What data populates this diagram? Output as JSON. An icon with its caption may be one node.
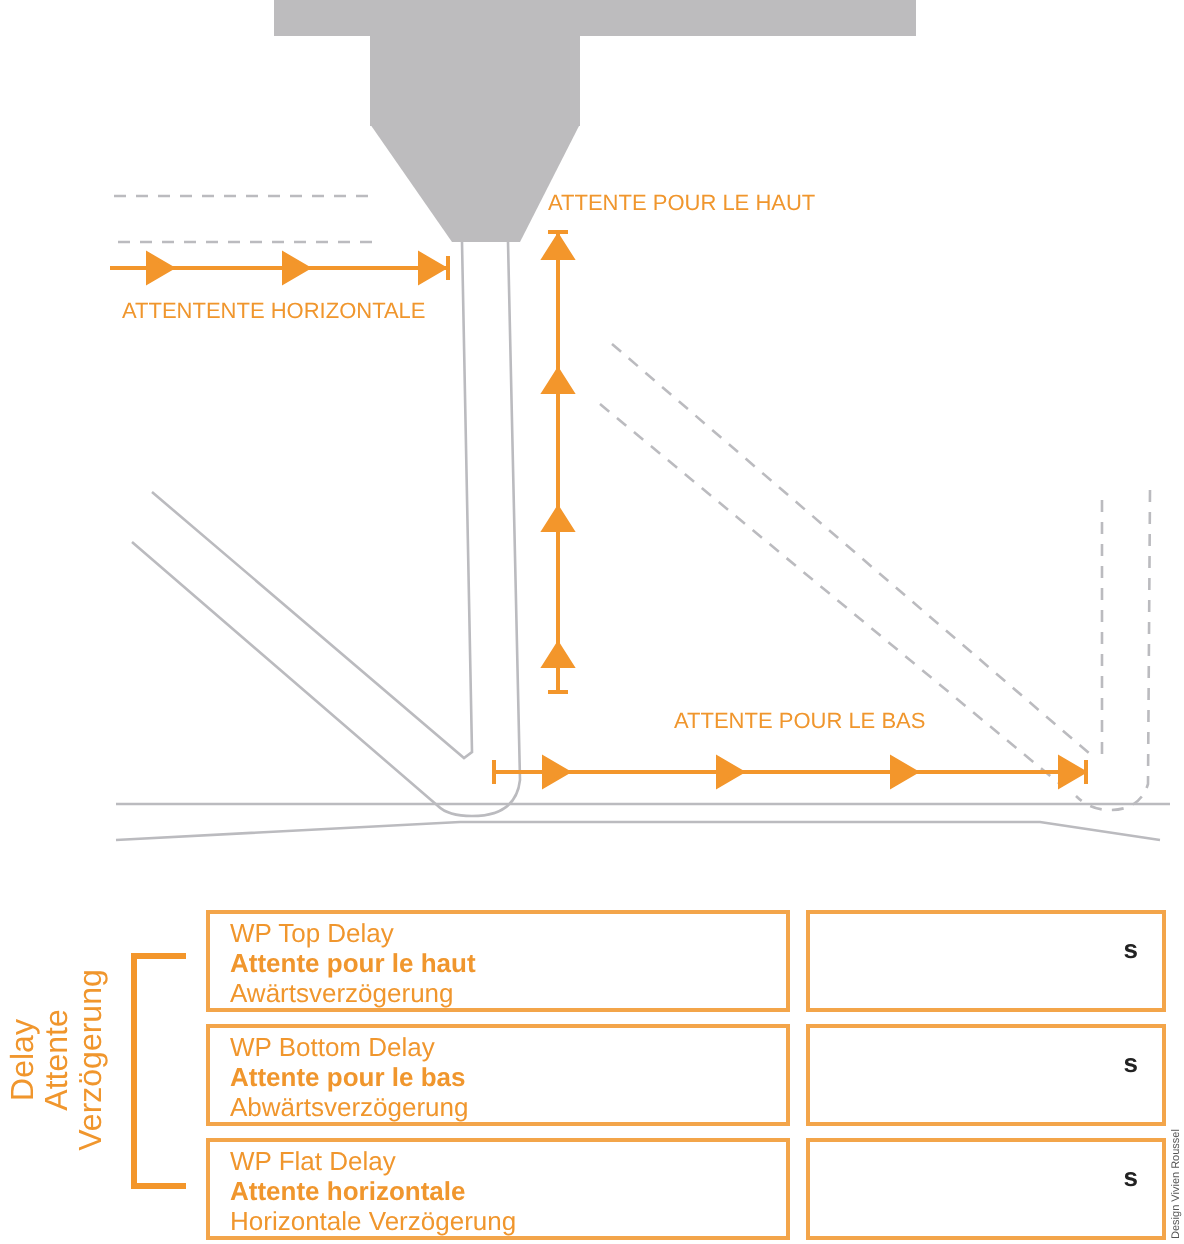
{
  "diagram": {
    "nodes": [
      {
        "text": [
          "WP Top Delay",
          "Attente pour le haut",
          "Awärtsverzögerung"
        ]
      },
      {
        "text": [
          "s"
        ]
      },
      {
        "text": [
          "WP Bottom Delay",
          "Attente pour le bas",
          "Abwärtsverzögerung"
        ]
      },
      {
        "text": [
          "s"
        ]
      },
      {
        "text": [
          "WP Flat Delay",
          "Attente horizontale",
          "Horizontale Verzögerung"
        ]
      },
      {
        "text": [
          "s"
        ]
      }
    ],
    "labels": [
      "ATTENTE POUR LE HAUT",
      "ATTENTENTE HORIZONTALE",
      "ATTENTE POUR LE BAS",
      "Delay",
      "Attente",
      "Verzögerung",
      "Design Vivien Roussel"
    ]
  }
}
